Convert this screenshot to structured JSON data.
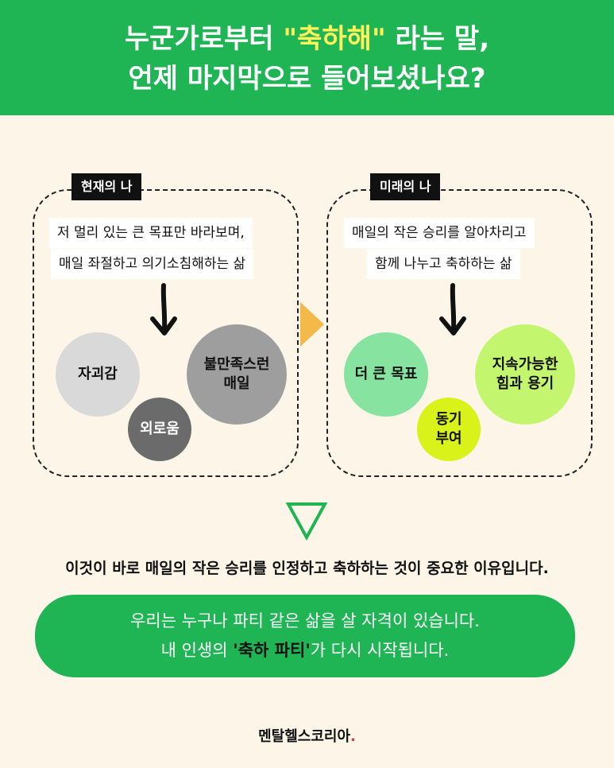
{
  "header": {
    "line1_prefix": "누군가로부터 ",
    "line1_highlight": "\"축하해\"",
    "line1_suffix": " 라는 말,",
    "line2": "언제 마지막으로 들어보셨나요?"
  },
  "present": {
    "label": "현재의 나",
    "text1": "저 멀리 있는 큰 목표만 바라보며,",
    "text2": "매일 좌절하고 의기소침해하는 삶",
    "circles": {
      "self": "자괴감",
      "dissatisfied_line1": "불만족스런",
      "dissatisfied_line2": "매일",
      "lonely": "외로움"
    }
  },
  "future": {
    "label": "미래의 나",
    "text1": "매일의 작은 승리를 알아차리고",
    "text2": "함께 나누고 축하하는 삶",
    "circles": {
      "bigger_goal": "더 큰 목표",
      "sustainable_line1": "지속가능한",
      "sustainable_line2": "힘과 용기",
      "motivation_line1": "동기",
      "motivation_line2": "부여"
    }
  },
  "summary": "이것이 바로 매일의 작은 승리를 인정하고 축하하는 것이 중요한 이유입니다.",
  "pill": {
    "line1": "우리는 누구나 파티 같은 삶을 살 자격이 있습니다.",
    "line2_prefix": "내 인생의 ",
    "line2_highlight": "'축하 파티'",
    "line2_suffix": "가 다시 시작됩니다."
  },
  "footer": {
    "brand": "멘탈헬스코리아",
    "dot": "."
  },
  "colors": {
    "header_bg": "#1fb555",
    "highlight_yellow": "#fff35c",
    "background": "#fdf6e8",
    "circle_light_gray": "#d9d9d9",
    "circle_mid_gray": "#9e9e9e",
    "circle_dark_gray": "#6b6b6b",
    "circle_mint": "#86e3a0",
    "circle_lime": "#c4f56e",
    "circle_yellow_green": "#d8f21a",
    "triangle_orange": "#f5b94a",
    "triangle_green": "#1fb555",
    "footer_dot": "#e53935"
  }
}
